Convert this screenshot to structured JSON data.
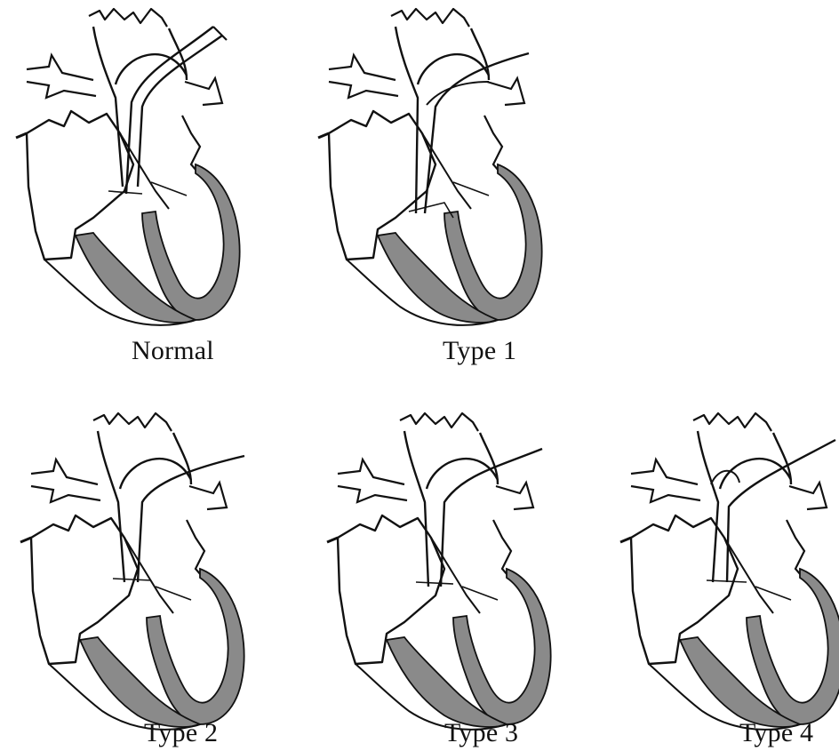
{
  "figure": {
    "panels": [
      {
        "id": "normal",
        "label": "Normal",
        "variant": "normal"
      },
      {
        "id": "type1",
        "label": "Type 1",
        "variant": "type1"
      },
      {
        "id": "type2",
        "label": "Type 2",
        "variant": "type2"
      },
      {
        "id": "type3",
        "label": "Type 3",
        "variant": "type3"
      },
      {
        "id": "type4",
        "label": "Type 4",
        "variant": "type4"
      }
    ],
    "colors": {
      "outline": "#111111",
      "myocardium": "#8a8a8a",
      "background": "#ffffff"
    }
  }
}
